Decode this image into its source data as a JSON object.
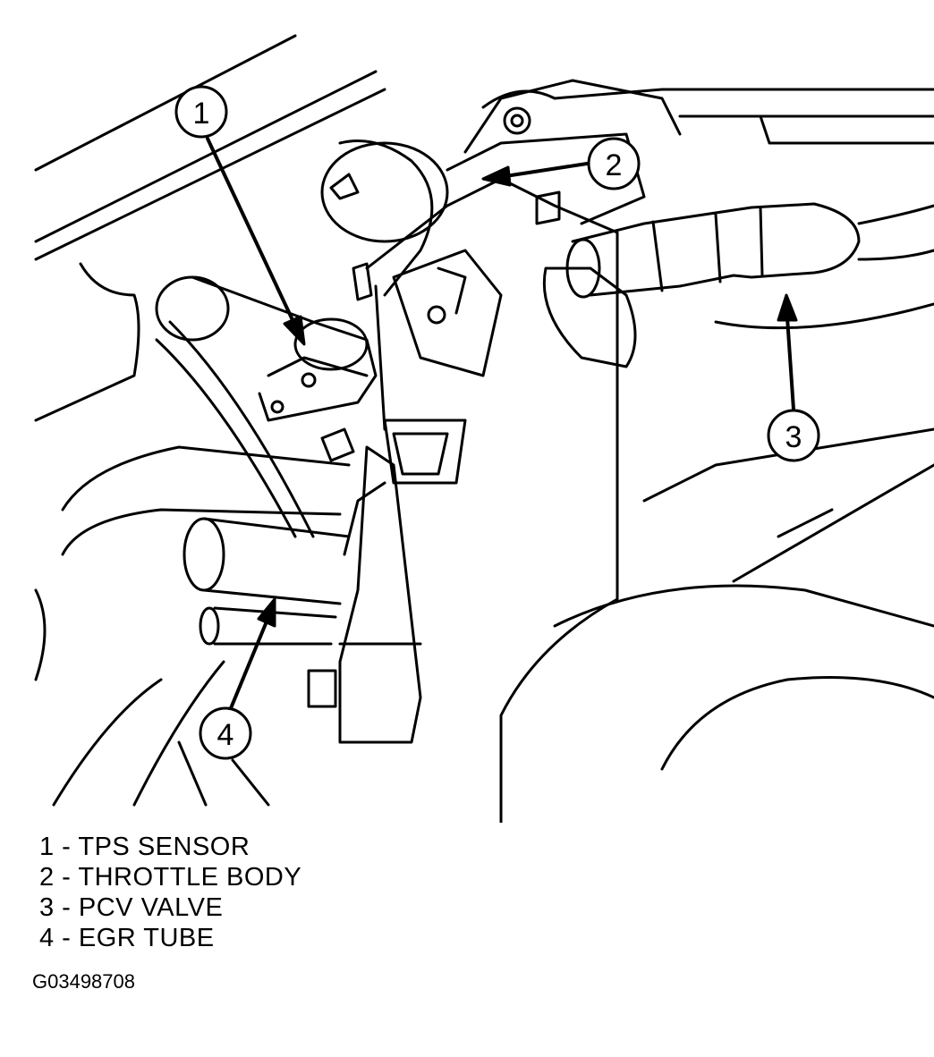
{
  "callouts": [
    {
      "number": "1",
      "label": "TPS SENSOR"
    },
    {
      "number": "2",
      "label": "THROTTLE BODY"
    },
    {
      "number": "3",
      "label": "PCV VALVE"
    },
    {
      "number": "4",
      "label": "EGR TUBE"
    }
  ],
  "legend": [
    "1 - TPS SENSOR",
    "2 - THROTTLE BODY",
    "3 - PCV VALVE",
    "4 - EGR TUBE"
  ],
  "figure_id": "G03498708"
}
